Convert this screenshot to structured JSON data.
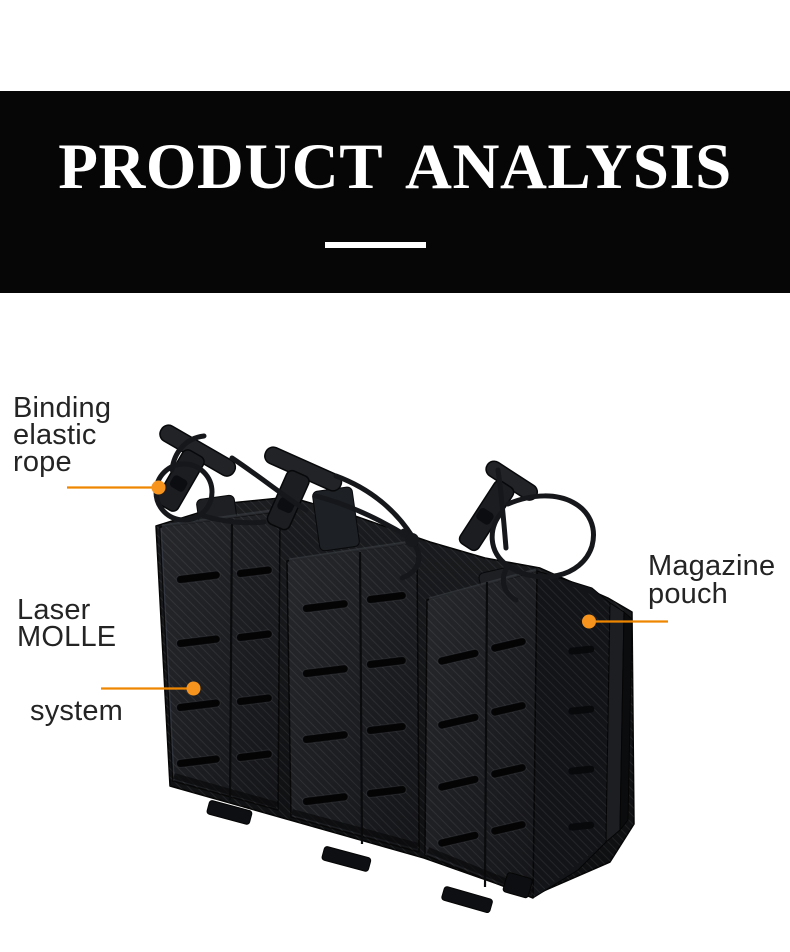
{
  "banner": {
    "title": "PRODUCT ANALYSIS"
  },
  "labels": {
    "binding": [
      "Binding",
      "elastic",
      "rope"
    ],
    "laser": [
      "Laser",
      "MOLLE"
    ],
    "system": [
      "system"
    ],
    "magazine": [
      "Magazine",
      "pouch"
    ]
  },
  "colors": {
    "accent_dot": "#f7941d",
    "accent_line": "#ee8600",
    "banner_bg": "#060606",
    "banner_text": "#ffffff",
    "label_text": "#242424",
    "pouch_fabric": "#1b1d20"
  },
  "product": {
    "icon": "triple-magazine-pouch"
  }
}
